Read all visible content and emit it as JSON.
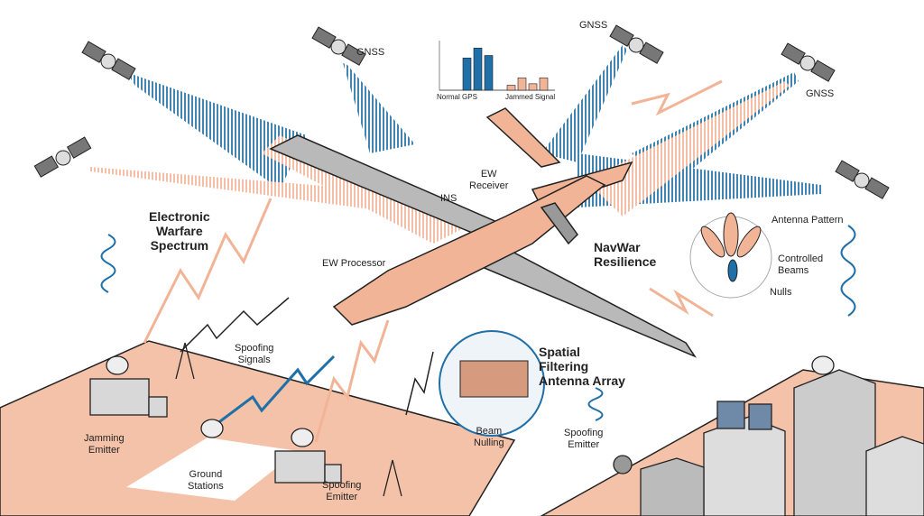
{
  "colors": {
    "peach": "#f2b497",
    "blue": "#1f6fa8",
    "gray": "#b9b9b9",
    "ink": "#222222"
  },
  "labels": {
    "gnss": "GNSS",
    "ew_receiver": "EW\nReceiver",
    "ins": "INS",
    "ew_spectrum": "Electronic\nWarfare\nSpectrum",
    "ew_processor": "EW Processor",
    "navwar": "NavWar\nResilience",
    "antenna_pattern": "Antenna Pattern",
    "controlled_beams": "Controlled\nBeams",
    "nulls": "Nulls",
    "spoofing_signals": "Spoofing\nSignals",
    "spatial_filtering": "Spatial\nFiltering\nAntenna Array",
    "beam_nulling": "Beam\nNulling",
    "jamming_emitter": "Jamming\nEmitter",
    "ground_stations": "Ground\nStations",
    "spoofing_emitter": "Spoofing\nEmitter"
  },
  "chart_data": {
    "type": "bar",
    "series": [
      {
        "name": "Normal GPS",
        "values": [
          6.5,
          8.5,
          7.0
        ]
      },
      {
        "name": "Jammed Signal",
        "values": [
          1.0,
          2.5,
          1.3,
          2.5
        ]
      }
    ],
    "ylim": [
      0,
      10
    ]
  }
}
